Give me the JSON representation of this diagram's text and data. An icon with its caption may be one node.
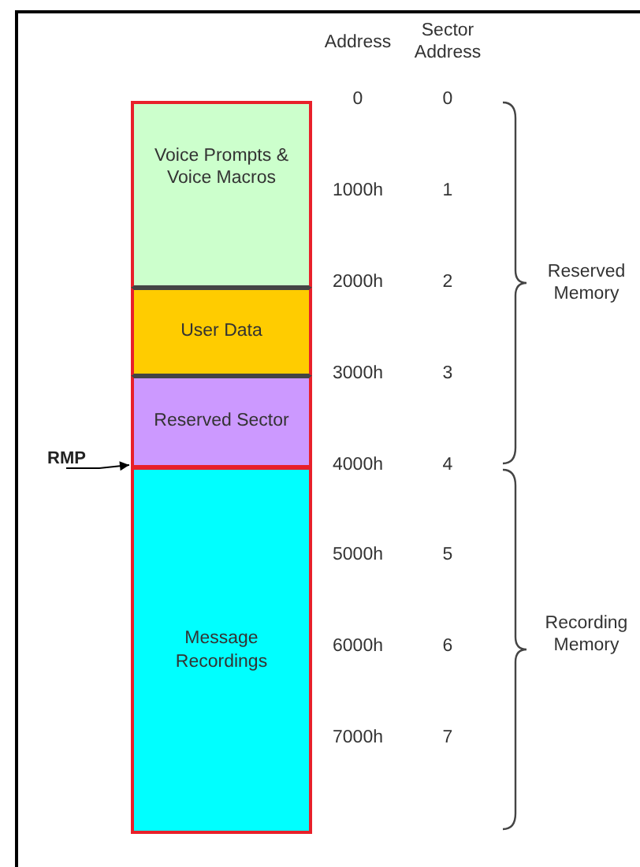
{
  "diagram": {
    "nodes": [
      {
        "text": [
          "Voice Prompts & Voice Macros"
        ]
      },
      {
        "text": [
          "User Data"
        ]
      },
      {
        "text": [
          "Reserved Sector"
        ]
      },
      {
        "text": [
          "Message Recordings"
        ]
      },
      {
        "text": [
          "RMP"
        ]
      }
    ],
    "edges": [
      {
        "from": 4,
        "to": 3,
        "arrow": "to"
      }
    ],
    "labels": [
      "Address",
      "Sector Address",
      "0",
      "0",
      "1000h",
      "1",
      "2000h",
      "2",
      "Reserved Memory",
      "3000h",
      "3",
      "4000h",
      "4",
      "5000h",
      "5",
      "6000h",
      "6",
      "Recording Memory",
      "7000h",
      "7"
    ]
  }
}
